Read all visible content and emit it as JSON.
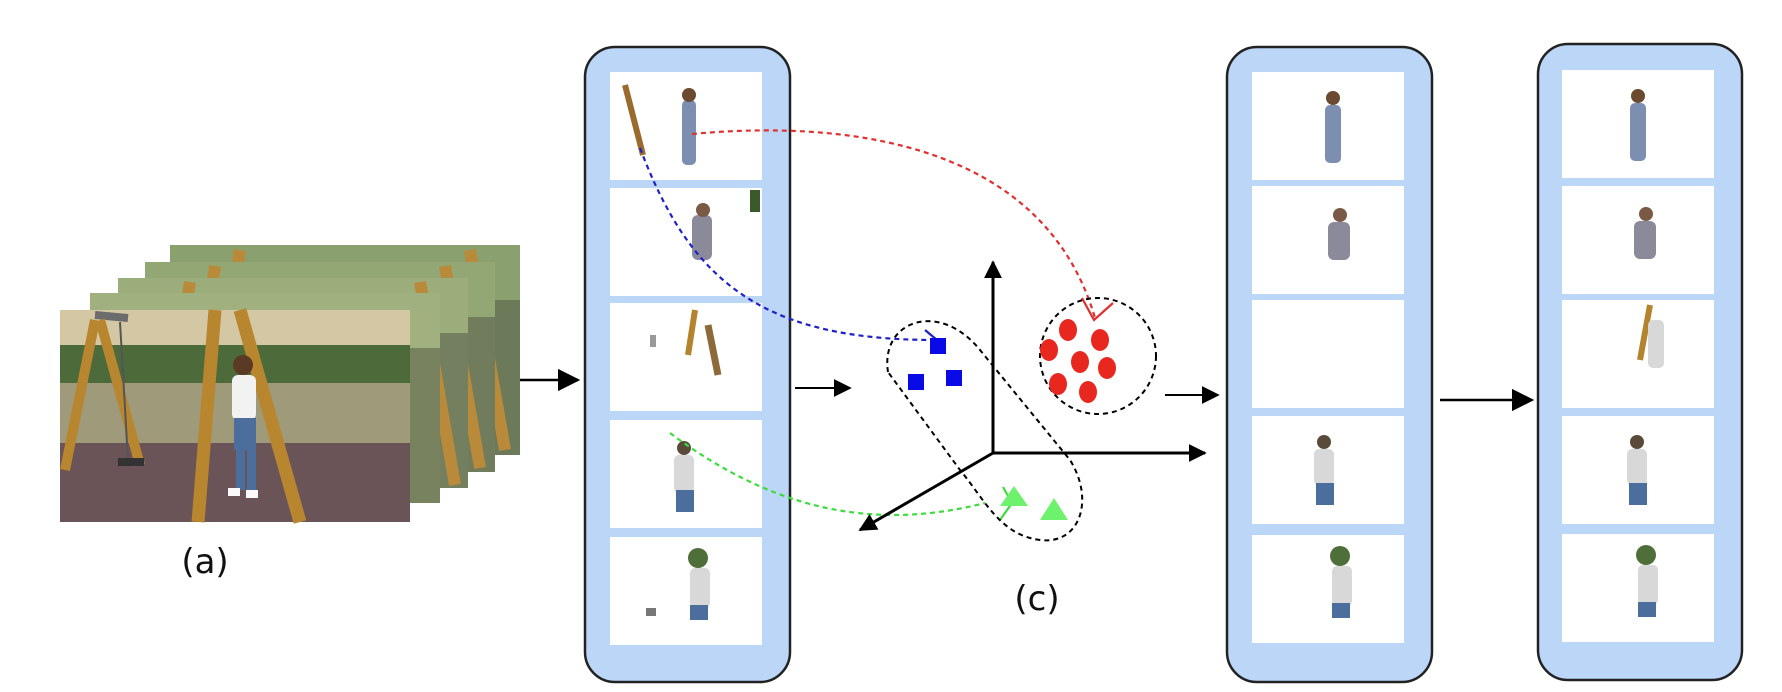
{
  "labels": {
    "a": "(a)",
    "c": "(c)"
  },
  "colors": {
    "panel_fill": "#bcd6f8",
    "panel_stroke": "#222222",
    "tile_fill": "#ffffff",
    "link_red": "#e03030",
    "link_blue": "#2020c8",
    "link_green": "#3ddc3d",
    "cluster_red": "#e8271f",
    "cluster_blue": "#0a0ae6",
    "cluster_green": "#6ef26e"
  },
  "panels": [
    {
      "id": "masks-panel",
      "tiles": 5
    },
    {
      "id": "tracks-panel",
      "tiles": 5
    },
    {
      "id": "refined-panel",
      "tiles": 5
    }
  ],
  "clusters": [
    {
      "color": "red",
      "marker": "circle",
      "count": 7
    },
    {
      "color": "blue",
      "marker": "square",
      "count": 3
    },
    {
      "color": "green",
      "marker": "triangle",
      "count": 2
    }
  ]
}
